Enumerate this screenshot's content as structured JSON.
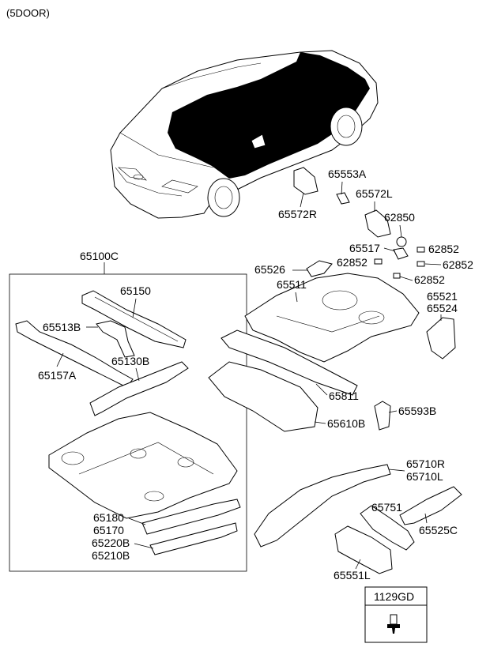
{
  "header": {
    "variant": "(5DOOR)"
  },
  "callouts": {
    "c65100C": "65100C",
    "c65150": "65150",
    "c65513B": "65513B",
    "c65157A": "65157A",
    "c65130B": "65130B",
    "c65180": "65180",
    "c65170": "65170",
    "c65220B": "65220B",
    "c65210B": "65210B",
    "c65553A": "65553A",
    "c65572L": "65572L",
    "c65572R": "65572R",
    "c62850": "62850",
    "c65517": "65517",
    "c62852a": "62852",
    "c62852b": "62852",
    "c62852c": "62852",
    "c62852d": "62852",
    "c65526": "65526",
    "c65511": "65511",
    "c65521": "65521",
    "c65524": "65524",
    "c65811": "65811",
    "c65593B": "65593B",
    "c65610B": "65610B",
    "c65710R": "65710R",
    "c65710L": "65710L",
    "c65751": "65751",
    "c65525C": "65525C",
    "c65551L": "65551L"
  },
  "fastener_box": {
    "part_no": "1129GD"
  }
}
